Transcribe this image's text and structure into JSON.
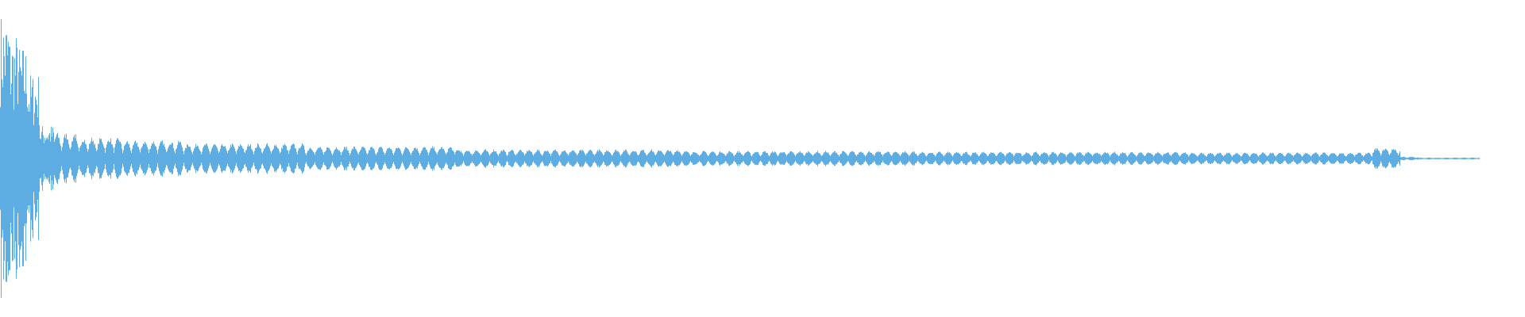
{
  "waveform": {
    "color": "#5dade2",
    "description_kind": "audio-waveform",
    "segments": [
      {
        "from": 0.0,
        "to": 0.006,
        "amplitude": 0.95
      },
      {
        "from": 0.006,
        "to": 0.012,
        "amplitude": 0.82
      },
      {
        "from": 0.012,
        "to": 0.018,
        "amplitude": 0.74
      },
      {
        "from": 0.018,
        "to": 0.026,
        "amplitude": 0.56
      },
      {
        "from": 0.026,
        "to": 0.035,
        "amplitude": 0.22
      },
      {
        "from": 0.035,
        "to": 0.05,
        "amplitude": 0.17
      },
      {
        "from": 0.05,
        "to": 0.08,
        "amplitude": 0.14
      },
      {
        "from": 0.08,
        "to": 0.12,
        "amplitude": 0.12
      },
      {
        "from": 0.12,
        "to": 0.2,
        "amplitude": 0.1
      },
      {
        "from": 0.2,
        "to": 0.3,
        "amplitude": 0.08
      },
      {
        "from": 0.3,
        "to": 0.45,
        "amplitude": 0.06
      },
      {
        "from": 0.45,
        "to": 0.6,
        "amplitude": 0.05
      },
      {
        "from": 0.6,
        "to": 0.78,
        "amplitude": 0.045
      },
      {
        "from": 0.78,
        "to": 0.9,
        "amplitude": 0.04
      },
      {
        "from": 0.9,
        "to": 0.918,
        "amplitude": 0.07
      },
      {
        "from": 0.918,
        "to": 0.93,
        "amplitude": 0.012
      },
      {
        "from": 0.93,
        "to": 0.97,
        "amplitude": 0.006
      }
    ]
  }
}
